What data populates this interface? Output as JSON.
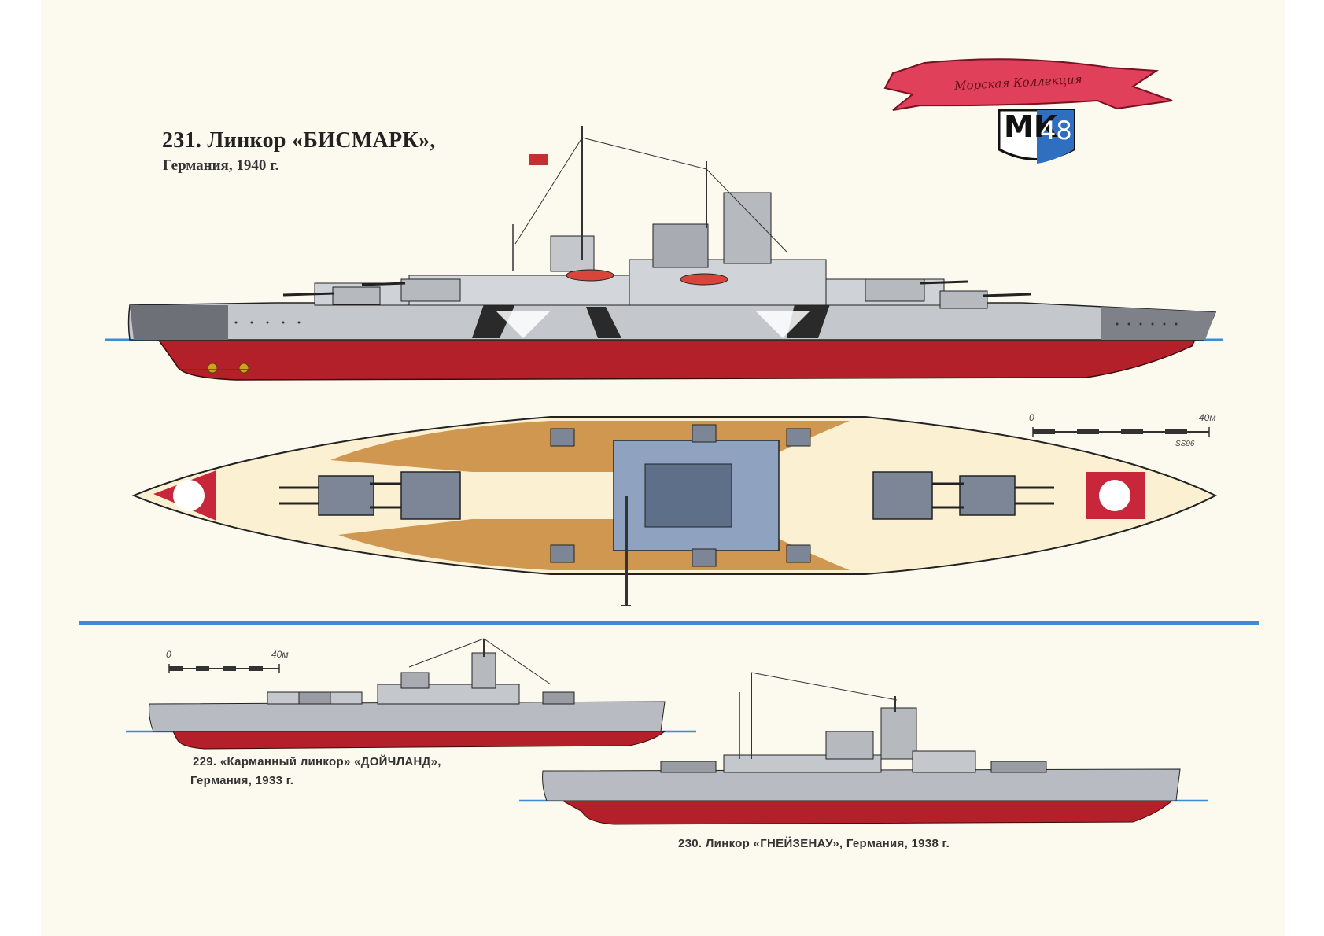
{
  "main_ship": {
    "title": "231. Линкор «БИСМАРК»,",
    "subtitle": "Германия, 1940 г."
  },
  "logo": {
    "banner_text": "Морская Коллекция",
    "letters": "МК",
    "number": "48",
    "ribbon_color": "#e0405a",
    "shield_blue": "#2f6fc0"
  },
  "scale_top": {
    "start": "0",
    "end": "40м",
    "signature": "SS96"
  },
  "scale_bottom": {
    "start": "0",
    "end": "40м"
  },
  "ship_229": {
    "caption_line1": "229. «Карманный линкор» «ДОЙЧЛАНД»,",
    "caption_line2": "Германия, 1933 г."
  },
  "ship_230": {
    "caption": "230. Линкор «ГНЕЙЗЕНАУ», Германия, 1938 г."
  },
  "colors": {
    "hull_red": "#b3202a",
    "hull_grey": "#b8bcc2",
    "deck_wood": "#c8873a",
    "water_blue": "#3d8ad8",
    "paper": "#fcf9ef"
  }
}
